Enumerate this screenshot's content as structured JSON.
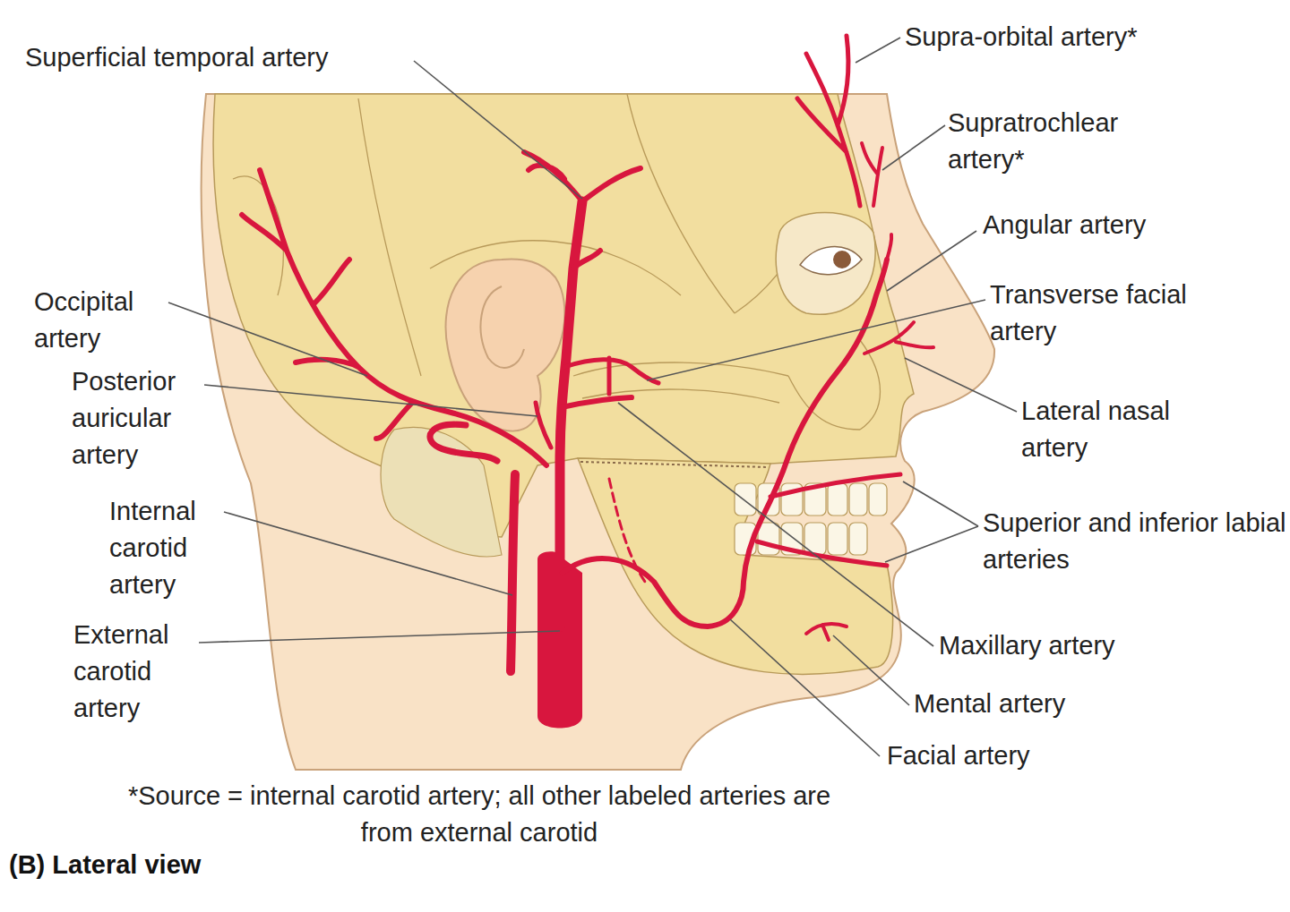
{
  "diagram": {
    "caption": "(B) Lateral view",
    "labels": [
      "Superficial temporal artery",
      "Supra-orbital artery*",
      "Supratrochlear artery*",
      "Angular artery",
      "Transverse facial artery",
      "Lateral nasal artery",
      "Superior and inferior labial arteries",
      "Maxillary artery",
      "Mental artery",
      "Facial artery",
      "Occipital artery",
      "Posterior auricular artery",
      "Internal carotid artery",
      "External carotid artery",
      "*Source = internal carotid artery; all other labeled arteries are from external carotid"
    ]
  }
}
